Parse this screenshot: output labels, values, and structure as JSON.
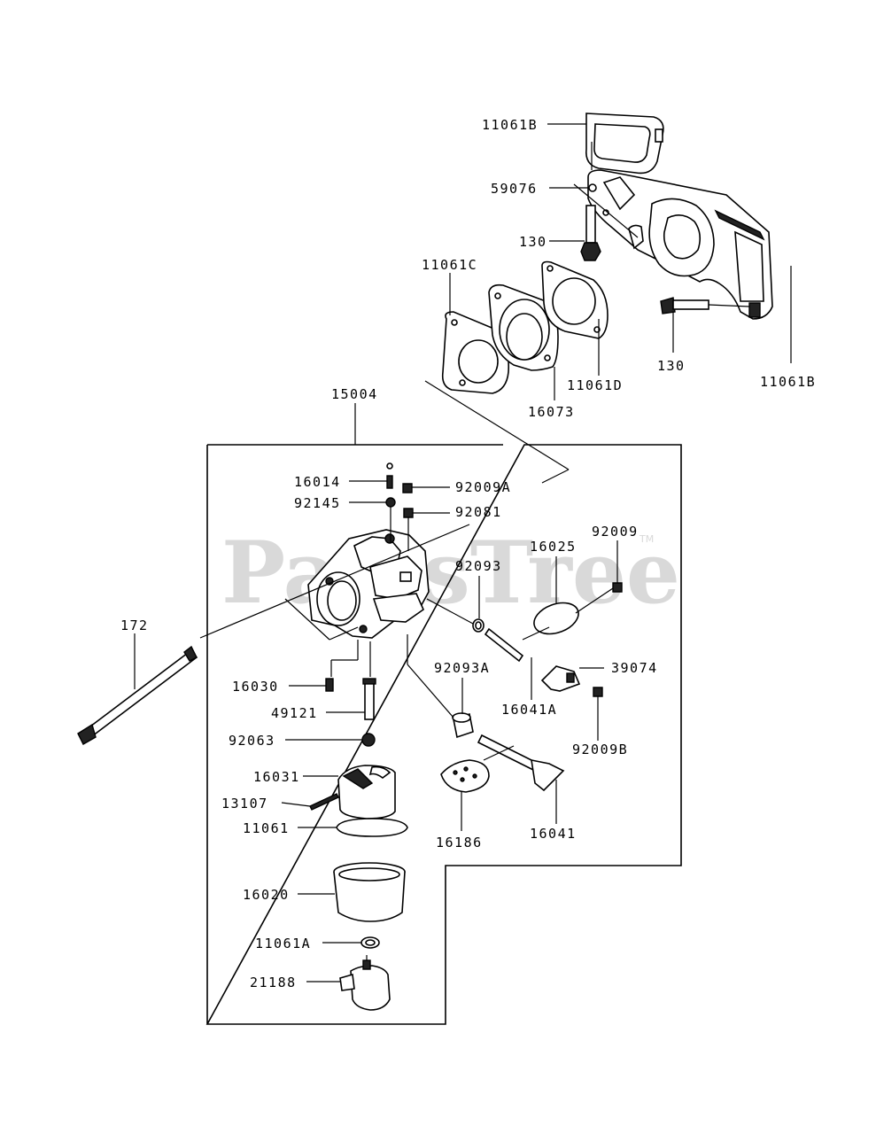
{
  "watermark": {
    "text": "PartsTree",
    "tm": "TM"
  },
  "labels": {
    "p11061B_top": "11061B",
    "p59076": "59076",
    "p130_upper": "130",
    "p11061C": "11061C",
    "p130_lower": "130",
    "p11061D": "11061D",
    "p11061B_right": "11061B",
    "p16073": "16073",
    "p15004": "15004",
    "p16014": "16014",
    "p92009A": "92009A",
    "p92145": "92145",
    "p92081": "92081",
    "p16025": "16025",
    "p92009": "92009",
    "p92093": "92093",
    "p172": "172",
    "p92093A": "92093A",
    "p39074": "39074",
    "p16030": "16030",
    "p16041A": "16041A",
    "p49121": "49121",
    "p92063": "92063",
    "p92009B": "92009B",
    "p16031": "16031",
    "p13107": "13107",
    "p11061": "11061",
    "p16186": "16186",
    "p16041": "16041",
    "p16020": "16020",
    "p11061A": "11061A",
    "p21188": "21188"
  }
}
